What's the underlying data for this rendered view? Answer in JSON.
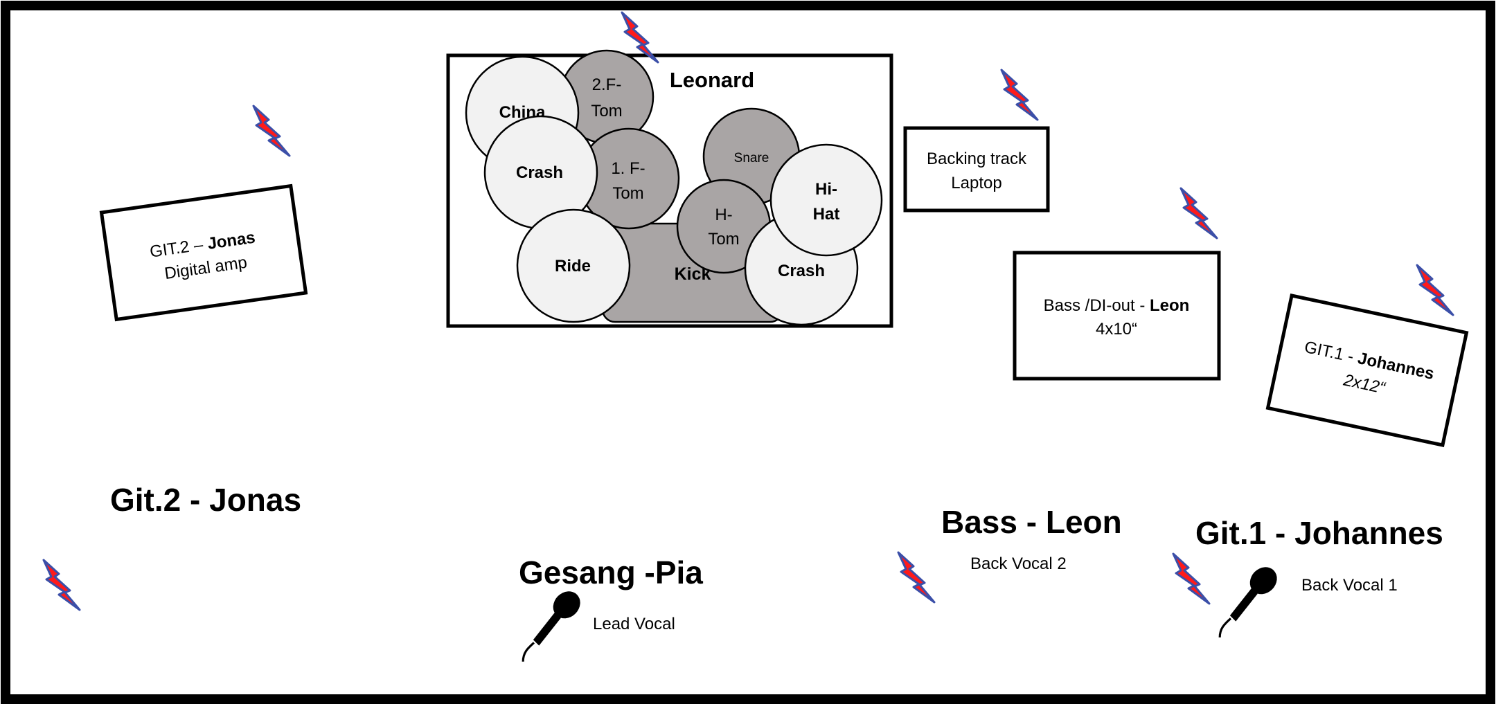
{
  "drum_kit": {
    "drummer": "Leonard",
    "china": "China",
    "floor_tom_2": [
      "2.F-",
      "Tom"
    ],
    "crash_left": "Crash",
    "floor_tom_1": [
      "1. F-",
      "Tom"
    ],
    "snare": "Snare",
    "hi_hat": [
      "Hi-",
      "Hat"
    ],
    "hanging_tom": [
      "H-",
      "Tom"
    ],
    "ride": "Ride",
    "kick": "Kick",
    "crash_right": "Crash"
  },
  "amps": {
    "git2": {
      "prefix": "GIT.2 – ",
      "name": "Jonas",
      "line2": "Digital amp"
    },
    "backing_track": {
      "line1": "Backing track",
      "line2": "Laptop"
    },
    "bass": {
      "prefix": "Bass /DI-out - ",
      "name": "Leon",
      "line2": "4x10“"
    },
    "git1": {
      "prefix": "GIT.1 - ",
      "name": "Johannes",
      "line2": "2x12“"
    }
  },
  "musicians": {
    "git2": "Git.2 - Jonas",
    "vocals": "Gesang -Pia",
    "bass": "Bass - Leon",
    "git1": "Git.1 - Johannes"
  },
  "vocal_labels": {
    "lead": "Lead Vocal",
    "back2": "Back Vocal 2",
    "back1": "Back Vocal 1"
  },
  "colors": {
    "power_fill": "#ff1a1a",
    "power_stroke": "#3b4fa8",
    "drum_gray": "#a9a5a5",
    "cymbal_fill": "#f2f2f2",
    "outline": "#000000"
  },
  "icons": {
    "power": "power-lightning-icon",
    "microphone": "microphone-icon"
  }
}
